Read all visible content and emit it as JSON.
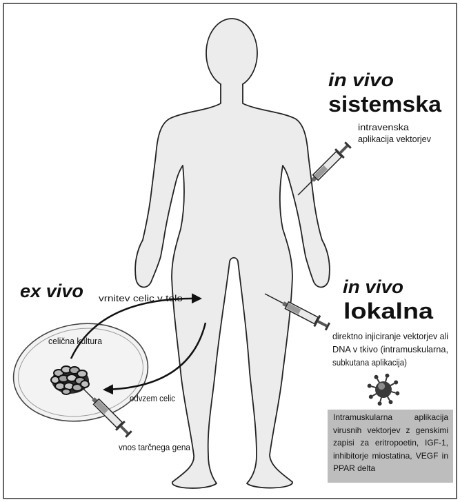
{
  "labels": {
    "systemic_mode": "in vivo",
    "systemic_title": "sistemska",
    "intravenous_line1": "intravenska",
    "intravenous_line2": "aplikacija vektorjev",
    "local_mode": "in vivo",
    "local_title": "lokalna",
    "direct_line1": "direktno injiciranje vektorjev ali",
    "direct_line2": "DNA v tkivo (intramuskularna,",
    "direct_line3": "subkutana aplikacija)",
    "ex_vivo_title": "ex vivo",
    "return_cells": "vrnitev celic v telo",
    "cell_culture": "celična kultura",
    "remove_cells": "odvzem celic",
    "gene_insertion": "vnos tarčnega gena"
  },
  "info_box": {
    "lines": [
      "Intramuskularna aplikacija",
      "virusnih vektorjev z genskimi",
      "zapisi za eritropoetin, IGF-1,",
      "inhibitorje miostatina, VEGF in",
      "PPAR delta"
    ]
  }
}
